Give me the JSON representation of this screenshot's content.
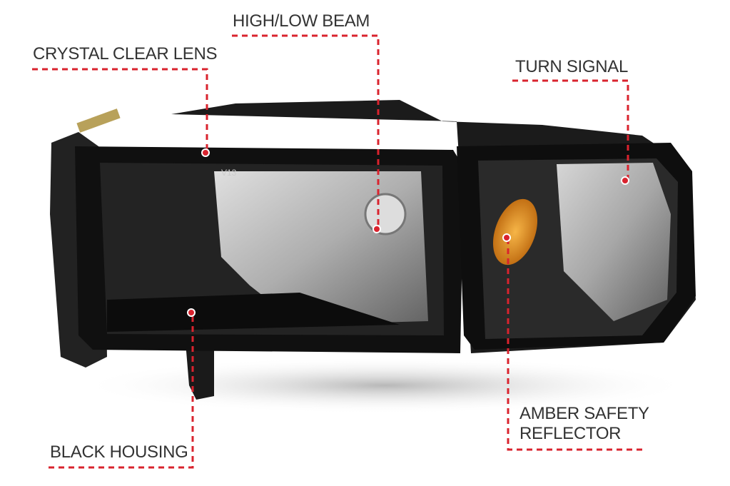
{
  "callouts": {
    "crystal_clear_lens": "CRYSTAL CLEAR LENS",
    "high_low_beam": "HIGH/LOW BEAM",
    "turn_signal": "TURN SIGNAL",
    "black_housing": "BLACK HOUSING",
    "amber_safety_reflector_line1": "AMBER SAFETY",
    "amber_safety_reflector_line2": "REFLECTOR"
  },
  "lens_marking": "V13",
  "colors": {
    "callout_red": "#d9232e",
    "text": "#333333",
    "housing": "#151515",
    "amber": "#e08a12"
  }
}
